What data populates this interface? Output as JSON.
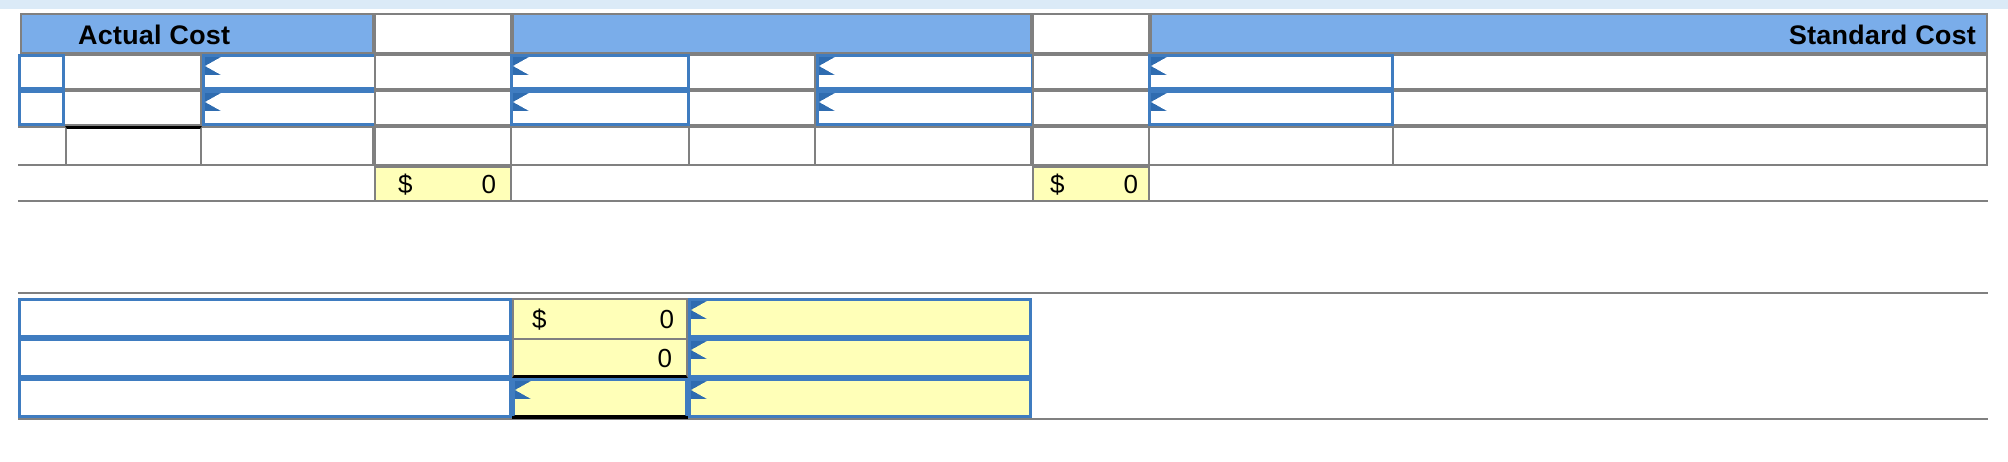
{
  "document": {
    "type": "spreadsheet-worksheet",
    "title": "Cost Variance Worksheet"
  },
  "colors": {
    "banner_blue": "#7aadea",
    "input_border_blue": "#3f7cc0",
    "calc_yellow": "#ffffb8",
    "gridline_grey": "#808080",
    "strip_blue": "#dbeaf7"
  },
  "top_section": {
    "banners": [
      {
        "id": "actual-cost",
        "label": "Actual Cost",
        "align": "left"
      },
      {
        "id": "banner-mid-1",
        "label": "",
        "align": "left"
      },
      {
        "id": "banner-mid-2",
        "label": "",
        "align": "left"
      },
      {
        "id": "standard-cost",
        "label": "Standard Cost",
        "align": "right"
      }
    ],
    "rows": [
      {
        "id": "row-1",
        "inputs": [
          "",
          "",
          "",
          "",
          "",
          "",
          ""
        ]
      },
      {
        "id": "row-2",
        "inputs": [
          "",
          "",
          "",
          "",
          "",
          "",
          ""
        ]
      },
      {
        "id": "row-3",
        "inputs": [
          "",
          "",
          "",
          "",
          "",
          "",
          ""
        ]
      }
    ],
    "totals": [
      {
        "id": "actual-cost-total",
        "symbol": "$",
        "value": "0"
      },
      {
        "id": "standard-cost-total",
        "symbol": "$",
        "value": "0"
      }
    ]
  },
  "bottom_section": {
    "rows": [
      {
        "id": "variance-row-1",
        "label": "",
        "amount": {
          "symbol": "$",
          "value": "0"
        },
        "note": ""
      },
      {
        "id": "variance-row-2",
        "label": "",
        "amount": {
          "symbol": "",
          "value": "0"
        },
        "note": ""
      },
      {
        "id": "variance-row-3",
        "label": "",
        "amount": {
          "symbol": "",
          "value": ""
        },
        "note": ""
      }
    ]
  },
  "icons": {
    "comment_marker": "comment-marker-triangle"
  }
}
